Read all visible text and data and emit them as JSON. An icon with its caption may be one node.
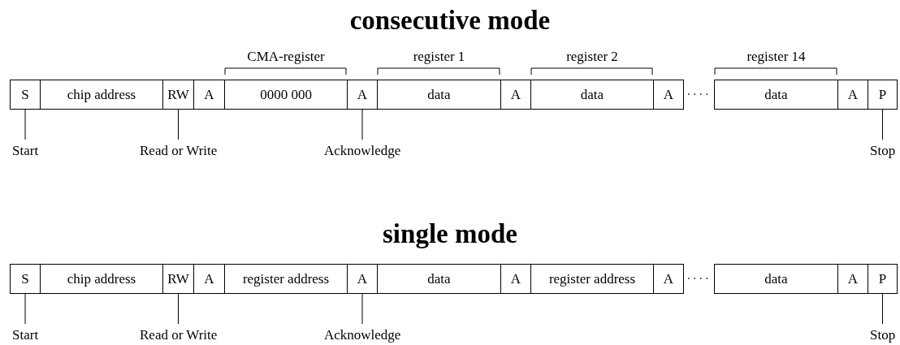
{
  "diagram": {
    "nodes": [
      {
        "text": [
          "S"
        ]
      },
      {
        "text": [
          "chip address"
        ]
      },
      {
        "text": [
          "RW"
        ]
      },
      {
        "text": [
          "A"
        ]
      },
      {
        "text": [
          "0000 000"
        ],
        "beside": [
          "CMA-register"
        ]
      },
      {
        "text": [
          "A"
        ]
      },
      {
        "text": [
          "data"
        ],
        "beside": [
          "register 1"
        ]
      },
      {
        "text": [
          "A"
        ]
      },
      {
        "text": [
          "data"
        ],
        "beside": [
          "register 2"
        ]
      },
      {
        "text": [
          "A"
        ]
      },
      {
        "text": [
          "data"
        ],
        "beside": [
          "register 14"
        ]
      },
      {
        "text": [
          "A"
        ]
      },
      {
        "text": [
          "P"
        ]
      },
      {
        "text": [
          "Start"
        ]
      },
      {
        "text": [
          "Read or Write"
        ]
      },
      {
        "text": [
          "Acknowledge"
        ]
      },
      {
        "text": [
          "Stop"
        ]
      },
      {
        "text": [
          "S"
        ]
      },
      {
        "text": [
          "chip address"
        ]
      },
      {
        "text": [
          "RW"
        ]
      },
      {
        "text": [
          "A"
        ]
      },
      {
        "text": [
          "register address"
        ]
      },
      {
        "text": [
          "A"
        ]
      },
      {
        "text": [
          "data"
        ]
      },
      {
        "text": [
          "A"
        ]
      },
      {
        "text": [
          "register address"
        ]
      },
      {
        "text": [
          "A"
        ]
      },
      {
        "text": [
          "data"
        ]
      },
      {
        "text": [
          "A"
        ]
      },
      {
        "text": [
          "P"
        ]
      },
      {
        "text": [
          "Start"
        ]
      },
      {
        "text": [
          "Read or Write"
        ]
      },
      {
        "text": [
          "Acknowledge"
        ]
      },
      {
        "text": [
          "Stop"
        ]
      }
    ],
    "edges": [
      {
        "from": 13,
        "to": 0,
        "arrow": "none"
      },
      {
        "from": 14,
        "to": 2,
        "arrow": "none"
      },
      {
        "from": 15,
        "to": 5,
        "arrow": "none"
      },
      {
        "from": 16,
        "to": 12,
        "arrow": "none"
      },
      {
        "from": 30,
        "to": 17,
        "arrow": "none"
      },
      {
        "from": 31,
        "to": 19,
        "arrow": "none"
      },
      {
        "from": 32,
        "to": 22,
        "arrow": "none"
      },
      {
        "from": 33,
        "to": 29,
        "arrow": "none"
      }
    ],
    "labels": [
      "consecutive mode",
      "single mode"
    ]
  }
}
